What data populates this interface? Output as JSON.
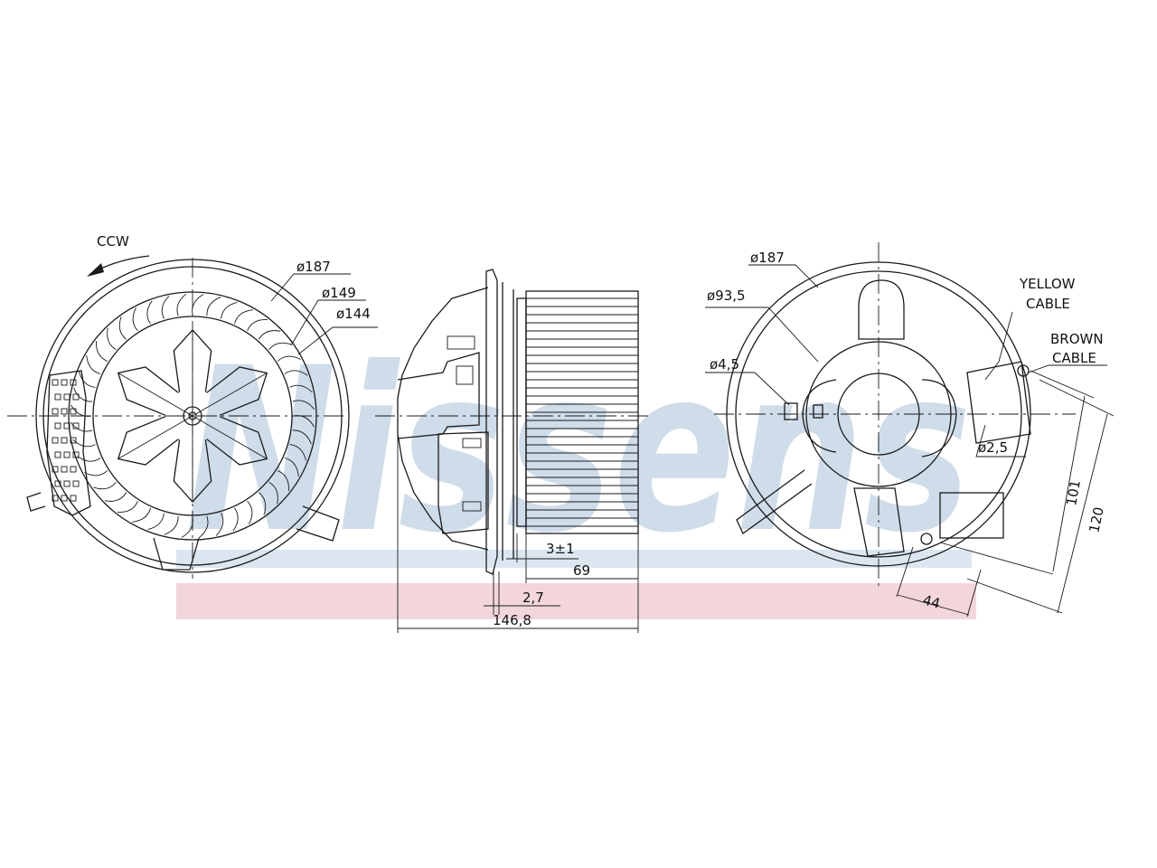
{
  "watermark": {
    "text": "Nissens",
    "colors": {
      "letters": "#c7d6e6",
      "blue_band": "#dce6f0",
      "red_band": "#f2d6dc"
    }
  },
  "front_view": {
    "rotation_label": "CCW",
    "dimensions": [
      "ø187",
      "ø149",
      "ø144"
    ]
  },
  "side_view": {
    "dimensions": [
      "3±1",
      "69",
      "2,7",
      "146,8"
    ]
  },
  "rear_view": {
    "dimensions": [
      "ø187",
      "ø93,5",
      "ø4,5",
      "ø2,5",
      "101",
      "120",
      "44"
    ],
    "cables": {
      "yellow": [
        "YELLOW",
        "CABLE"
      ],
      "brown": [
        "BROWN",
        "CABLE"
      ]
    }
  },
  "line_color": "#1a1a1a"
}
